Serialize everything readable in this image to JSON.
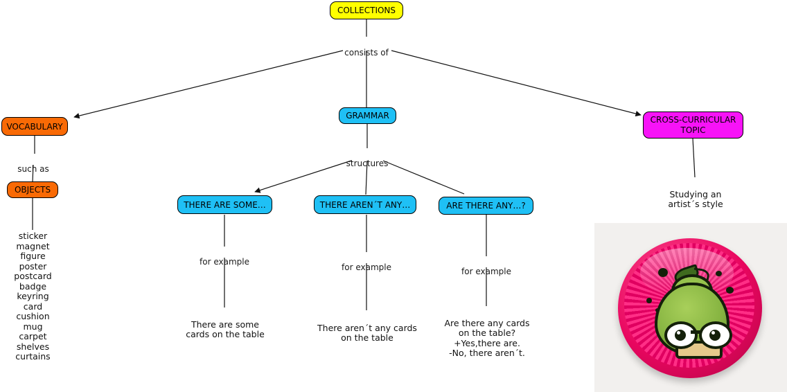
{
  "diagram": {
    "title": "Collections concept map",
    "colors": {
      "root": "#ffff00",
      "vocabulary": "#f96a05",
      "grammar": "#1fc0f5",
      "cross_curricular": "#f713f7",
      "border": "#000000",
      "text": "#000000",
      "edge": "#111111"
    },
    "nodes": {
      "root": "COLLECTIONS",
      "vocabulary": "VOCABULARY",
      "objects": "OBJECTS",
      "grammar": "GRAMMAR",
      "structure_affirmative": "THERE ARE SOME…",
      "structure_negative": "THERE AREN´T ANY…",
      "structure_question": "ARE THERE ANY…?",
      "cross_curricular": "CROSS-CURRICULAR TOPIC"
    },
    "edge_labels": {
      "consists_of": "consists of",
      "such_as": "such as",
      "structures": "structures",
      "for_example_1": "for example",
      "for_example_2": "for example",
      "for_example_3": "for example"
    },
    "vocabulary_words": [
      "sticker",
      "magnet",
      "figure",
      "poster",
      "postcard",
      "badge",
      "keyring",
      "card",
      "cushion",
      "mug",
      "carpet",
      "shelves",
      "curtains"
    ],
    "examples": {
      "affirmative": "There are some\ncards on the table",
      "negative": "There aren´t any cards\non the table",
      "question": "Are there any cards\non the table?\n+Yes,there are.\n-No, there aren´t."
    },
    "cross_curricular_detail": "Studying an\nartist´s style",
    "photo": {
      "name": "pear-badge-photo",
      "description": "Round pin badge with pink radial rays and a green pear character wearing glasses"
    }
  }
}
